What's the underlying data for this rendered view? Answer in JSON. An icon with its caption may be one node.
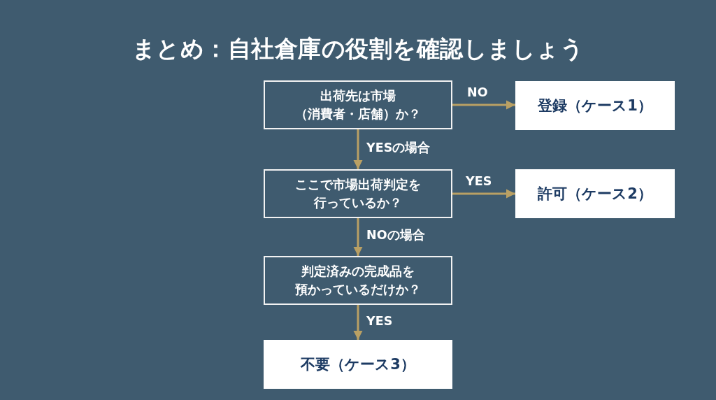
{
  "diagram": {
    "title": "まとめ：自社倉庫の役割を確認しましょう",
    "nodes": [
      {
        "text": [
          "出荷先は市場（消費者・店舗）か？"
        ]
      },
      {
        "text": [
          "登録（ケース1）"
        ]
      },
      {
        "text": [
          "ここで市場出荷判定を行っているか？"
        ]
      },
      {
        "text": [
          "許可（ケース2）"
        ]
      },
      {
        "text": [
          "判定済みの完成品を預かっているだけか？"
        ]
      },
      {
        "text": [
          "不要（ケース3）"
        ]
      }
    ],
    "edges": [
      {
        "from": 0,
        "to": 1,
        "arrow": "to",
        "label": "NO"
      },
      {
        "from": 0,
        "to": 2,
        "arrow": "to",
        "label": "YESの場合"
      },
      {
        "from": 2,
        "to": 3,
        "arrow": "to",
        "label": "YES"
      },
      {
        "from": 2,
        "to": 4,
        "arrow": "to",
        "label": "NOの場合"
      },
      {
        "from": 4,
        "to": 5,
        "arrow": "to",
        "label": "YES"
      }
    ]
  }
}
